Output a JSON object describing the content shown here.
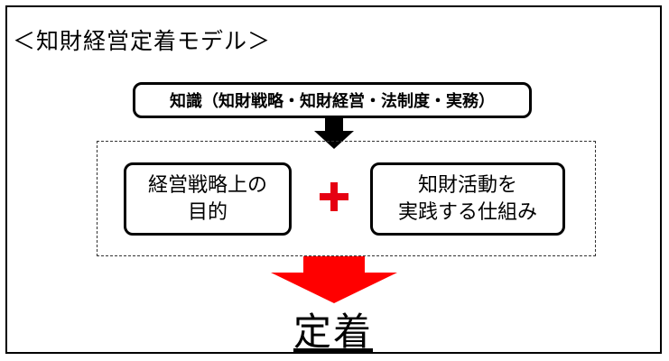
{
  "title": "＜知財経営定着モデル＞",
  "knowledge_box": "知識（知財戦略・知財経営・法制度・実務）",
  "left_box": {
    "line1": "経営戦略上の",
    "line2": "目的"
  },
  "right_box": {
    "line1": "知財活動を",
    "line2": "実践する仕組み"
  },
  "result": "定着",
  "colors": {
    "border": "#000000",
    "plus": "#e60012",
    "red_arrow": "#ff0000",
    "black_arrow": "#000000"
  }
}
